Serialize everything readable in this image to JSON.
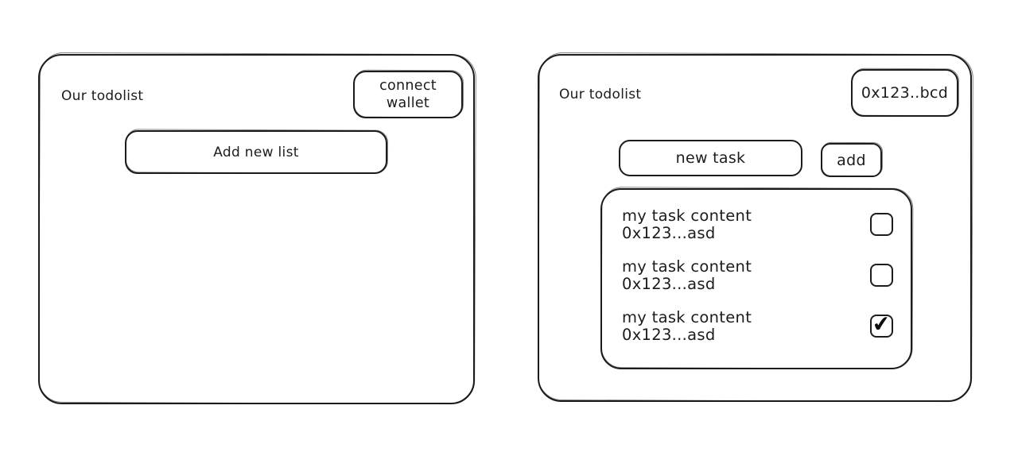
{
  "colors": {
    "ink": "#1c1c1c",
    "background": "#ffffff"
  },
  "icons": {
    "checkmark": "✔"
  },
  "left_panel": {
    "title": "Our todolist",
    "connect_wallet_label": "connect wallet",
    "add_new_list_label": "Add new list"
  },
  "right_panel": {
    "title": "Our todolist",
    "wallet_address_label": "0x123..bcd",
    "new_task_placeholder": "new task",
    "add_button_label": "add",
    "tasks": [
      {
        "content": "my task content",
        "address": "0x123...asd",
        "checked": false
      },
      {
        "content": "my task content",
        "address": "0x123...asd",
        "checked": false
      },
      {
        "content": "my task content",
        "address": "0x123...asd",
        "checked": true
      }
    ]
  }
}
